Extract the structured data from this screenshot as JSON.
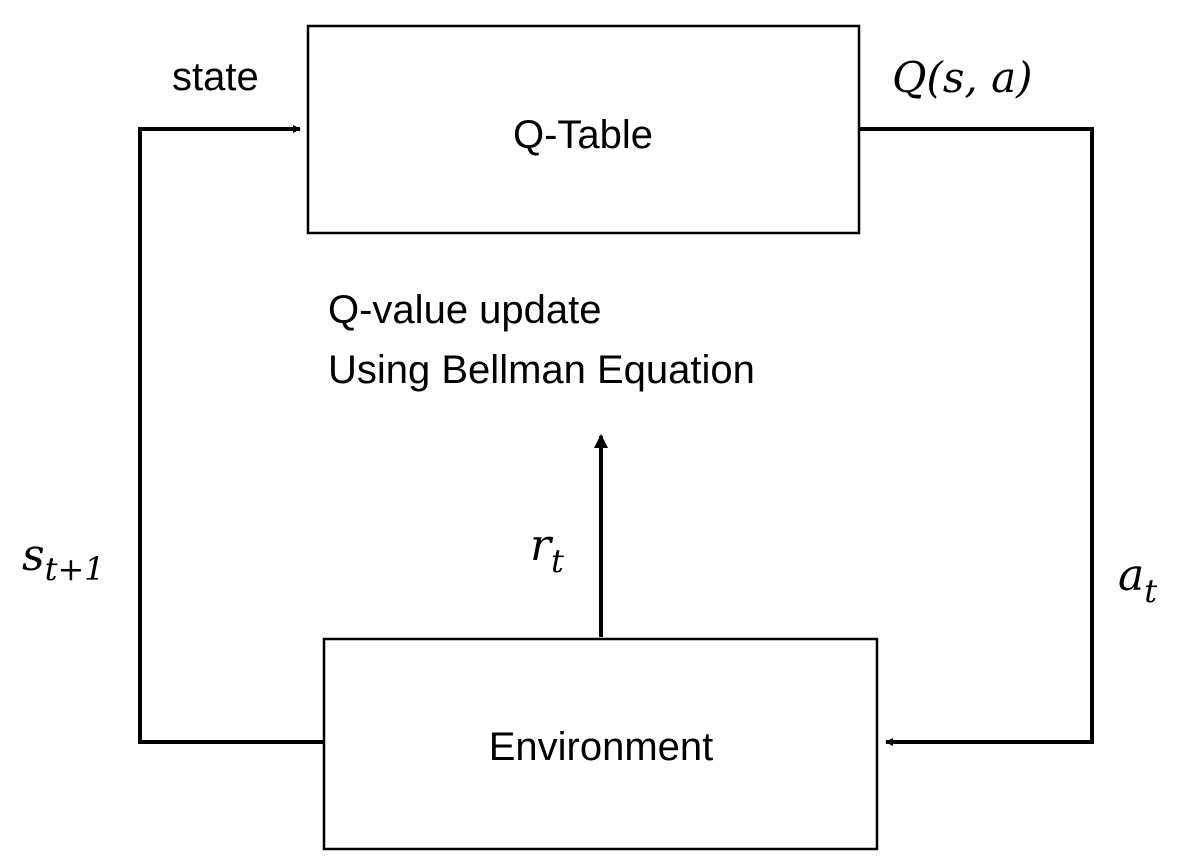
{
  "q_table": {
    "label": "Q-Table"
  },
  "environment": {
    "label": "Environment"
  },
  "update_note": {
    "line1": "Q-value update",
    "line2": "Using Bellman Equation"
  },
  "labels": {
    "state": "state",
    "q_value": "Q(s, a)",
    "next_state_base": "s",
    "next_state_sub": "t+1",
    "reward_base": "r",
    "reward_sub": "t",
    "action_base": "a",
    "action_sub": "t"
  }
}
